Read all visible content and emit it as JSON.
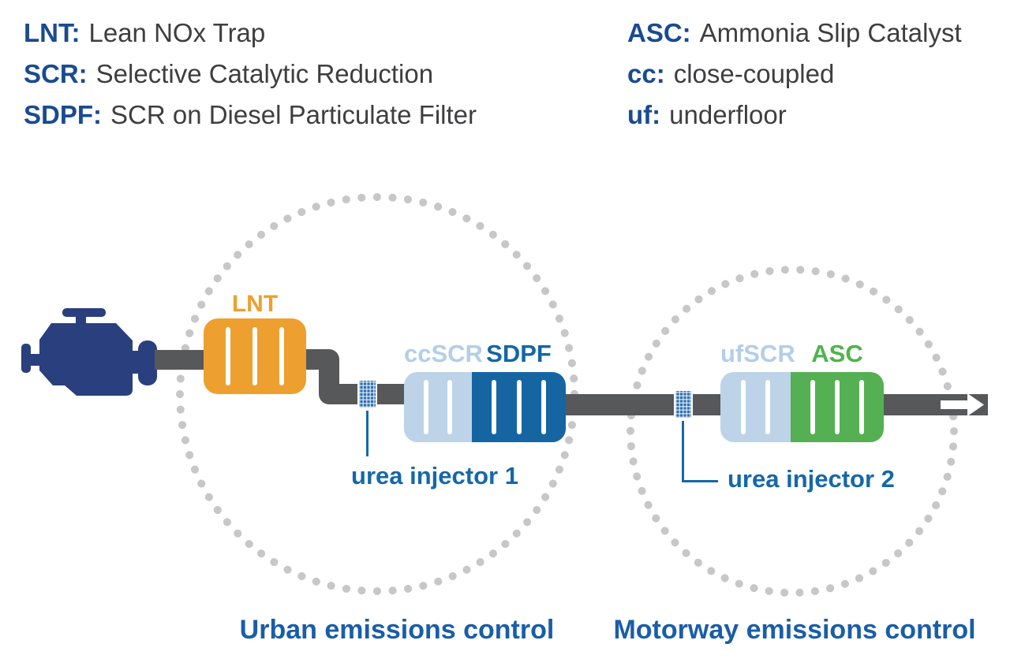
{
  "legend_left": {
    "items": [
      {
        "abbr": "LNT:",
        "definition": "Lean NOx Trap"
      },
      {
        "abbr": "SCR:",
        "definition": "Selective Catalytic Reduction"
      },
      {
        "abbr": "SDPF:",
        "definition": "SCR on Diesel Particulate Filter"
      }
    ]
  },
  "legend_right": {
    "items": [
      {
        "abbr": "ASC:",
        "definition": "Ammonia Slip Catalyst"
      },
      {
        "abbr": "cc:",
        "definition": "close-coupled"
      },
      {
        "abbr": "uf:",
        "definition": "underfloor"
      }
    ]
  },
  "diagram": {
    "components": {
      "lnt": "LNT",
      "ccscr": "ccSCR",
      "sdpf": "SDPF",
      "ufscr": "ufSCR",
      "asc": "ASC",
      "urea_injector_1": "urea injector 1",
      "urea_injector_2": "urea injector 2"
    },
    "zones": {
      "urban": "Urban emissions control",
      "motorway": "Motorway emissions control"
    }
  },
  "colors": {
    "engine_navy": "#2a3f7d",
    "legend_abbr_blue": "#1a4b90",
    "legend_text_gray": "#3e3e40",
    "pipe_gray": "#57585a",
    "dot_gray": "#c7c7c9",
    "lnt_orange": "#eda02f",
    "scr_light_blue": "#bdd3e8",
    "sdpf_blue": "#1665a3",
    "asc_green": "#55b053",
    "injector_blue": "#2f6fb2",
    "urea_label_blue": "#1568a9",
    "caption_blue": "#1a5da9"
  }
}
